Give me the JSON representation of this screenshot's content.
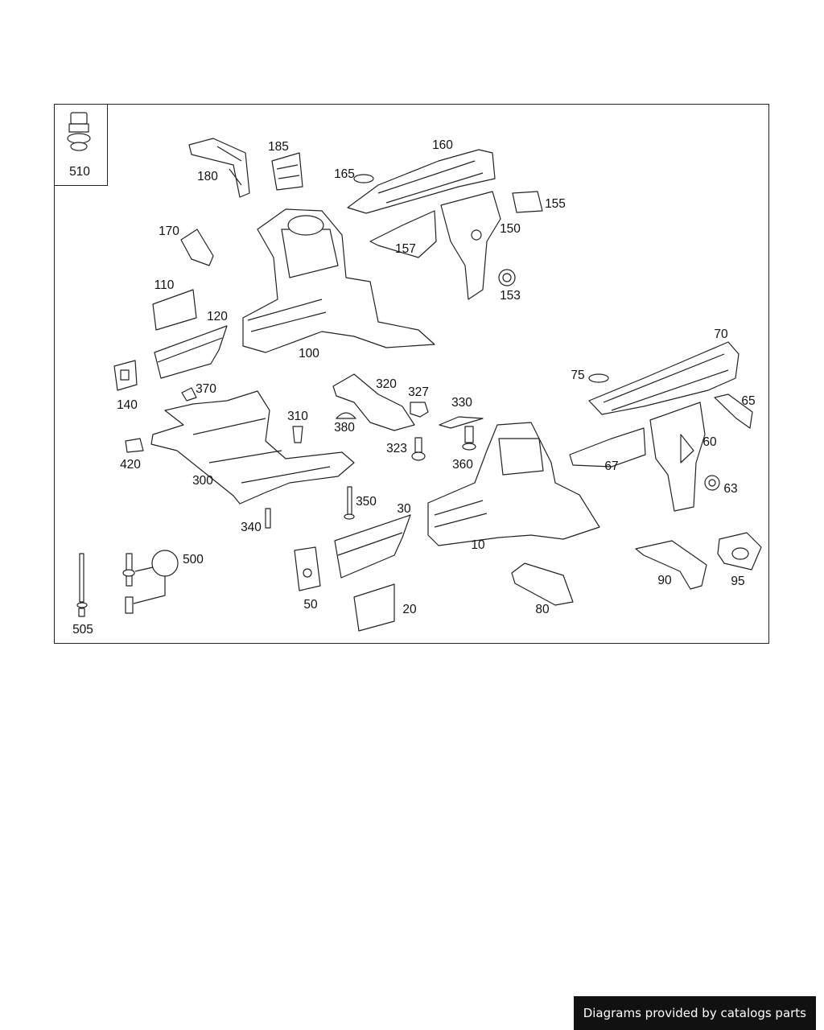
{
  "colors": {
    "line": "#222222",
    "fill": "#ffffff",
    "footer_bg": "#111111",
    "footer_text": "#ffffff"
  },
  "diagram": {
    "inset_callout": "510",
    "callouts": [
      {
        "id": "p180",
        "text": "180"
      },
      {
        "id": "p185",
        "text": "185"
      },
      {
        "id": "p165",
        "text": "165"
      },
      {
        "id": "p160",
        "text": "160"
      },
      {
        "id": "p155",
        "text": "155"
      },
      {
        "id": "p150",
        "text": "150"
      },
      {
        "id": "p157",
        "text": "157"
      },
      {
        "id": "p153",
        "text": "153"
      },
      {
        "id": "p170",
        "text": "170"
      },
      {
        "id": "p110",
        "text": "110"
      },
      {
        "id": "p120",
        "text": "120"
      },
      {
        "id": "p100",
        "text": "100"
      },
      {
        "id": "p140",
        "text": "140"
      },
      {
        "id": "p370",
        "text": "370"
      },
      {
        "id": "p320",
        "text": "320"
      },
      {
        "id": "p327",
        "text": "327"
      },
      {
        "id": "p330",
        "text": "330"
      },
      {
        "id": "p380",
        "text": "380"
      },
      {
        "id": "p310",
        "text": "310"
      },
      {
        "id": "p323",
        "text": "323"
      },
      {
        "id": "p360",
        "text": "360"
      },
      {
        "id": "p420",
        "text": "420"
      },
      {
        "id": "p300",
        "text": "300"
      },
      {
        "id": "p350",
        "text": "350"
      },
      {
        "id": "p340",
        "text": "340"
      },
      {
        "id": "p30",
        "text": "30"
      },
      {
        "id": "p10",
        "text": "10"
      },
      {
        "id": "p70",
        "text": "70"
      },
      {
        "id": "p75",
        "text": "75"
      },
      {
        "id": "p65",
        "text": "65"
      },
      {
        "id": "p60",
        "text": "60"
      },
      {
        "id": "p67",
        "text": "67"
      },
      {
        "id": "p63",
        "text": "63"
      },
      {
        "id": "p500",
        "text": "500"
      },
      {
        "id": "p505",
        "text": "505"
      },
      {
        "id": "p50",
        "text": "50"
      },
      {
        "id": "p20",
        "text": "20"
      },
      {
        "id": "p80",
        "text": "80"
      },
      {
        "id": "p90",
        "text": "90"
      },
      {
        "id": "p95",
        "text": "95"
      }
    ]
  },
  "footer": {
    "text": "Diagrams provided by catalogs parts"
  }
}
